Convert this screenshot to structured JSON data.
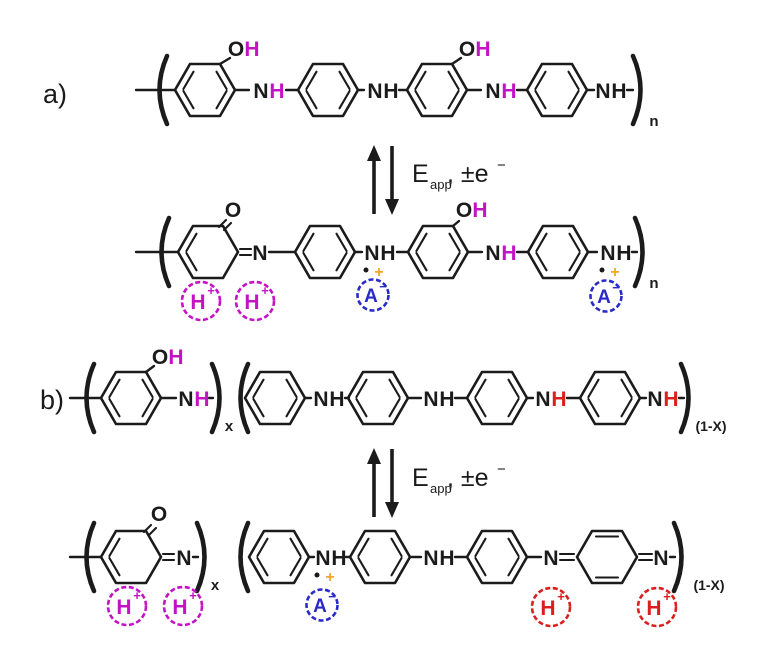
{
  "panels": {
    "a": "a)",
    "b": "b)"
  },
  "atoms": {
    "O": "O",
    "N": "N",
    "H": "H",
    "A": "A"
  },
  "charges": {
    "plus": "+",
    "minus": "−"
  },
  "subscripts": {
    "n": "n",
    "x": "x",
    "one_minus_x": "(1-X)"
  },
  "arrow_label": {
    "E": "E",
    "sub": "app",
    "rest": ", ±e",
    "sup": "−"
  },
  "colors": {
    "black": "#1b1b1b",
    "magenta": "#c413c4",
    "red": "#da1f1f",
    "blue": "#2a2ac8",
    "orange": "#f5a623",
    "background": "#ffffff"
  }
}
